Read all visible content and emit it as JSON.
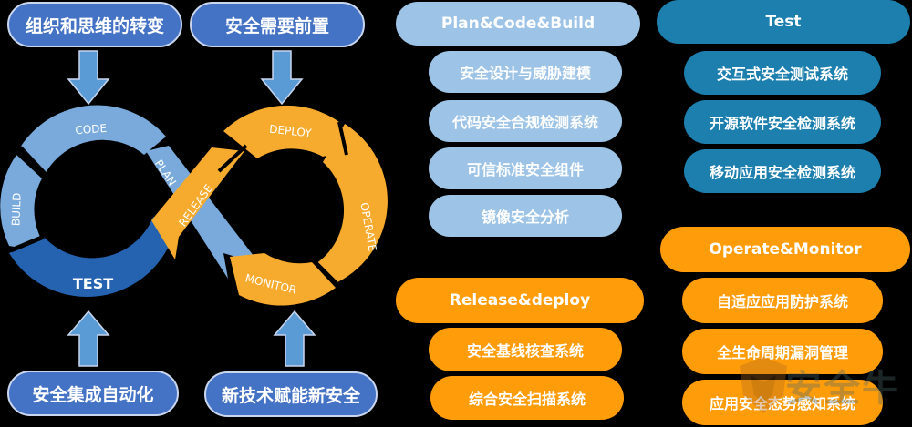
{
  "left_panel": {
    "top_labels": [
      "组织和思维的转变",
      "安全需要前置"
    ],
    "bottom_labels": [
      "安全集成自动化",
      "新技术赋能新安全"
    ],
    "loop_stages": {
      "code": "CODE",
      "build": "BUILD",
      "test": "TEST",
      "plan": "PLAN",
      "release": "RELEASE",
      "deploy": "DEPLOY",
      "operate": "OPERATE",
      "monitor": "MONITOR"
    },
    "colors": {
      "dev_light_blue": "#7aaadc",
      "test_dark_blue": "#2563b0",
      "ops_orange": "#f7ab2e",
      "label_box_blue": "#4472c4",
      "arrow_blue": "#5b9bd5"
    }
  },
  "columns": {
    "plan_code_build": {
      "title": "Plan&Code&Build",
      "items": [
        "安全设计与威胁建模",
        "代码安全合规检测系统",
        "可信标准安全组件",
        "镜像安全分析"
      ],
      "color": "#9dc3e6"
    },
    "test": {
      "title": "Test",
      "items": [
        "交互式安全测试系统",
        "开源软件安全检测系统",
        "移动应用安全检测系统"
      ],
      "color": "#1c7fae"
    },
    "release_deploy": {
      "title": "Release&deploy",
      "items": [
        "安全基线核查系统",
        "综合安全扫描系统"
      ],
      "color": "#ff9c0a"
    },
    "operate_monitor": {
      "title": "Operate&Monitor",
      "items": [
        "自适应应用防护系统",
        "全生命周期漏洞管理",
        "应用安全态势感知系统"
      ],
      "color": "#ff9c0a"
    }
  },
  "watermark": {
    "text": "安全牛"
  }
}
